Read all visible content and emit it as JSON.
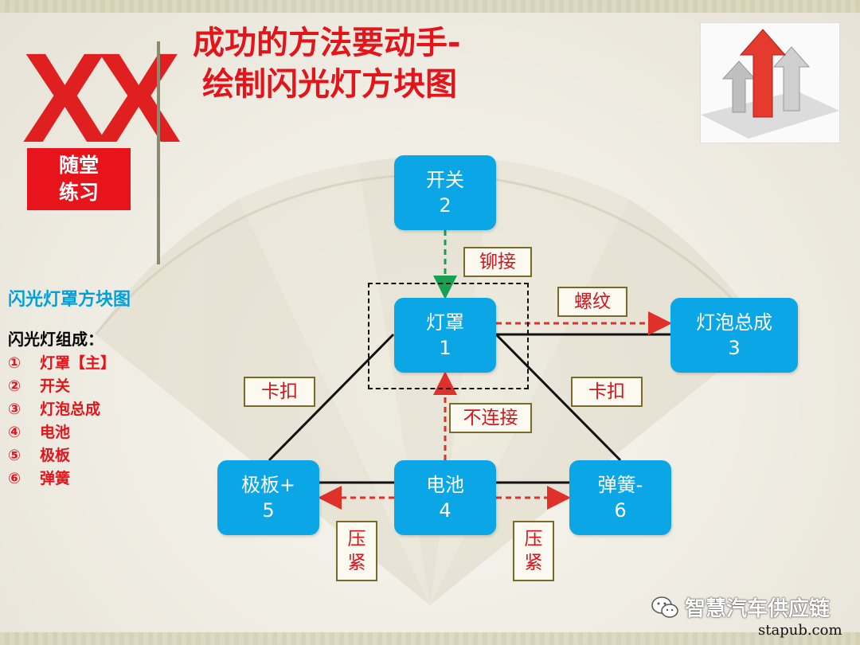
{
  "header": {
    "logo_letters": "XX",
    "badge_line1": "随堂",
    "badge_line2": "练习",
    "title_line1": "成功的方法要动手-",
    "title_line2": "绘制闪光灯方块图"
  },
  "left_panel": {
    "diagram_title": "闪光灯罩方块图",
    "components_title": "闪光灯组成：",
    "components": [
      {
        "num": "①",
        "name": "灯罩【主】"
      },
      {
        "num": "②",
        "name": "开关"
      },
      {
        "num": "③",
        "name": "灯泡总成"
      },
      {
        "num": "④",
        "name": "电池"
      },
      {
        "num": "⑤",
        "name": "极板"
      },
      {
        "num": "⑥",
        "name": "弹簧"
      }
    ]
  },
  "diagram": {
    "nodes": [
      {
        "id": "switch",
        "name": "开关",
        "num": "2"
      },
      {
        "id": "lampshade",
        "name": "灯罩",
        "num": "1"
      },
      {
        "id": "bulb",
        "name": "灯泡总成",
        "num": "3"
      },
      {
        "id": "plate",
        "name": "极板+",
        "num": "5"
      },
      {
        "id": "battery",
        "name": "电池",
        "num": "4"
      },
      {
        "id": "spring",
        "name": "弹簧-",
        "num": "6"
      }
    ],
    "edge_labels": {
      "rivet": "铆接",
      "thread": "螺纹",
      "clip_left": "卡扣",
      "clip_right": "卡扣",
      "no_connect": "不连接",
      "press_left_1": "压",
      "press_left_2": "紧",
      "press_right_1": "压",
      "press_right_2": "紧"
    },
    "colors": {
      "node_fill": "#0aa6e6",
      "dashed_red": "#e0302a",
      "dashed_green": "#16a050",
      "solid_line": "#111111"
    }
  },
  "footer": {
    "watermark": "智慧汽车供应链",
    "site": "stapub.com"
  }
}
